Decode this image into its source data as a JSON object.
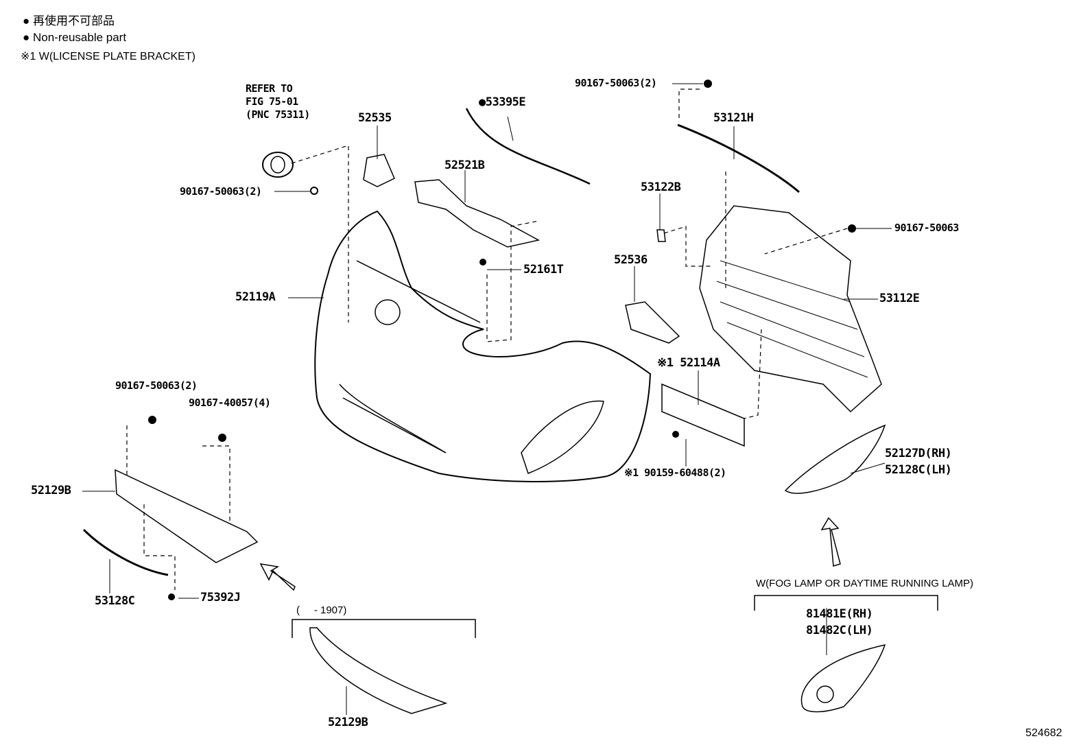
{
  "legend": {
    "jp_line": "● 再使用不可部品",
    "en_line": "● Non-reusable part",
    "note_line": "※1 W(LICENSE PLATE BRACKET)"
  },
  "refer": {
    "line1": "REFER TO",
    "line2": "FIG 75-01",
    "line3": "(PNC 75311)"
  },
  "parts": {
    "p52535": "52535",
    "p53395E": "●53395E",
    "p90167_top": "90167-50063(2)",
    "p53121H": "53121H",
    "p52521B": "52521B",
    "p90167_emblem": "90167-50063(2)",
    "p53122B": "53122B",
    "p90167_right": "90167-50063",
    "p52536": "52536",
    "p52161T": "52161T",
    "p52119A": "52119A",
    "p53112E": "53112E",
    "p52114A": "※1 52114A",
    "p90167_left": "90167-50063(2)",
    "p90167_40057": "90167-40057(4)",
    "p52127D": "52127D(RH)",
    "p52128C": "52128C(LH)",
    "p90159": "※1 90159-60488(2)",
    "p52129B": "52129B",
    "p53128C": "53128C",
    "p75392J": "75392J",
    "p81481E": "81481E(RH)",
    "p81482C": "81482C(LH)",
    "p52129B_alt": "52129B"
  },
  "notes": {
    "fog_lamp": "W(FOG LAMP OR DAYTIME RUNNING LAMP)",
    "date_range": "(     - 1907)"
  },
  "figure_number": "524682"
}
